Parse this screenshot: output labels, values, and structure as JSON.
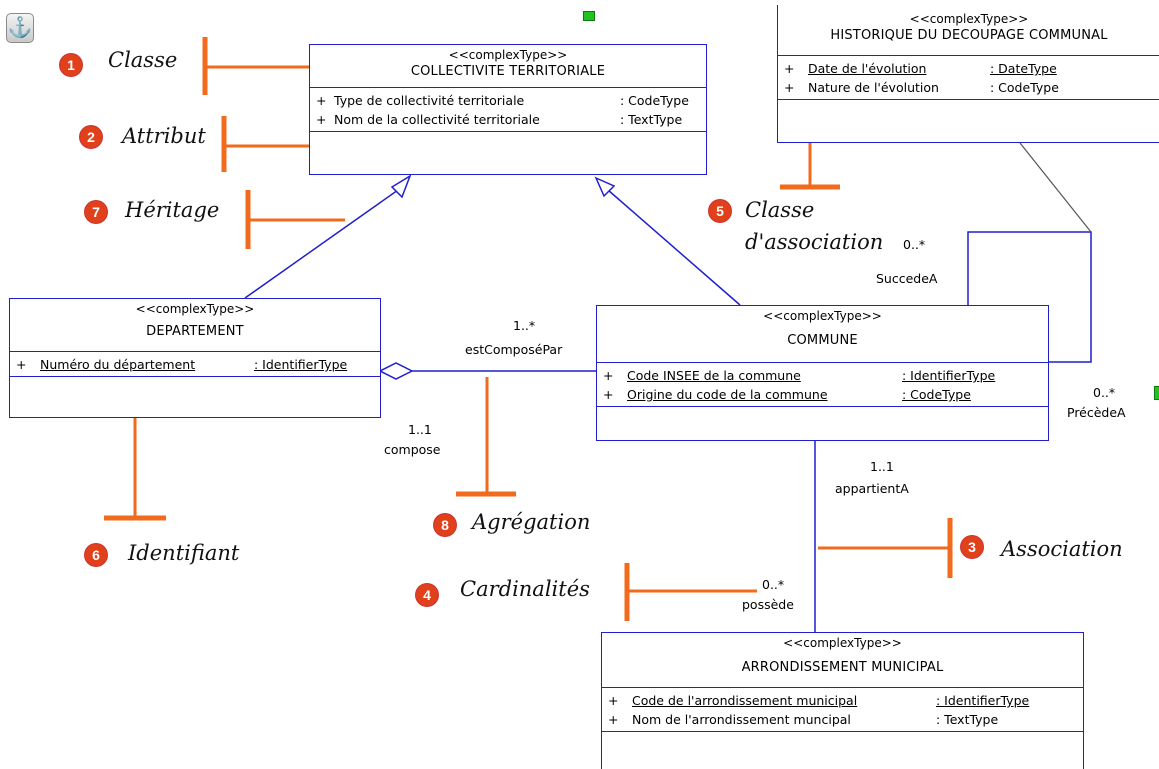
{
  "toolbar": {
    "anchor_icon": "anchor-icon",
    "anchor_glyph": "⚓"
  },
  "colors": {
    "uml_line": "#1f1fd0",
    "annotation_marker": "#f26a1b",
    "badge": "#e0411a",
    "connector": "#444444"
  },
  "classes": {
    "collectivite": {
      "stereotype": "<<complexType>>",
      "name": "COLLECTIVITE TERRITORIALE",
      "attributes": [
        {
          "vis": "+",
          "name": "Type de collectivité territoriale",
          "type": ": CodeType"
        },
        {
          "vis": "+",
          "name": "Nom de la collectivité territoriale",
          "type": ": TextType"
        }
      ]
    },
    "historique": {
      "stereotype": "<<complexType>>",
      "name": "HISTORIQUE DU DECOUPAGE COMMUNAL",
      "attributes": [
        {
          "vis": "+",
          "name": "Date de l'évolution",
          "type": ": DateType"
        },
        {
          "vis": "+",
          "name": "Nature de l'évolution",
          "type": ": CodeType"
        }
      ]
    },
    "departement": {
      "stereotype": "<<complexType>>",
      "name": "DEPARTEMENT",
      "attributes": [
        {
          "vis": "+",
          "name": "Numéro du département",
          "type": ": IdentifierType"
        }
      ]
    },
    "commune": {
      "stereotype": "<<complexType>>",
      "name": "COMMUNE",
      "attributes": [
        {
          "vis": "+",
          "name": "Code INSEE de la commune",
          "type": ": IdentifierType"
        },
        {
          "vis": "+",
          "name": "Origine du code de la commune",
          "type": ": CodeType"
        }
      ]
    },
    "arrondissement": {
      "stereotype": "<<complexType>>",
      "name": "ARRONDISSEMENT MUNICIPAL",
      "attributes": [
        {
          "vis": "+",
          "name": "Code de l'arrondissement municipal",
          "type": ": IdentifierType"
        },
        {
          "vis": "+",
          "name": "Nom de l'arrondissement muncipal",
          "type": ": TextType"
        }
      ]
    }
  },
  "associations": {
    "aggregation": {
      "multiplicity_top": "1..*",
      "role_top": "estComposéPar",
      "multiplicity_bottom": "1..1",
      "role_bottom": "compose"
    },
    "succede": {
      "multiplicity": "0..*",
      "role": "SuccedeA"
    },
    "precede": {
      "multiplicity": "0..*",
      "role": "PrécèdeA"
    },
    "appartient": {
      "multiplicity": "1..1",
      "role": "appartientA"
    },
    "possede": {
      "multiplicity": "0..*",
      "role": "possède"
    }
  },
  "annotations": [
    {
      "number": "1",
      "label": "Classe"
    },
    {
      "number": "2",
      "label": "Attribut"
    },
    {
      "number": "7",
      "label": "Héritage"
    },
    {
      "number": "5",
      "label": "Classe",
      "label2": "d'association"
    },
    {
      "number": "6",
      "label": "Identifiant"
    },
    {
      "number": "8",
      "label": "Agrégation"
    },
    {
      "number": "4",
      "label": "Cardinalités"
    },
    {
      "number": "3",
      "label": "Association"
    }
  ]
}
